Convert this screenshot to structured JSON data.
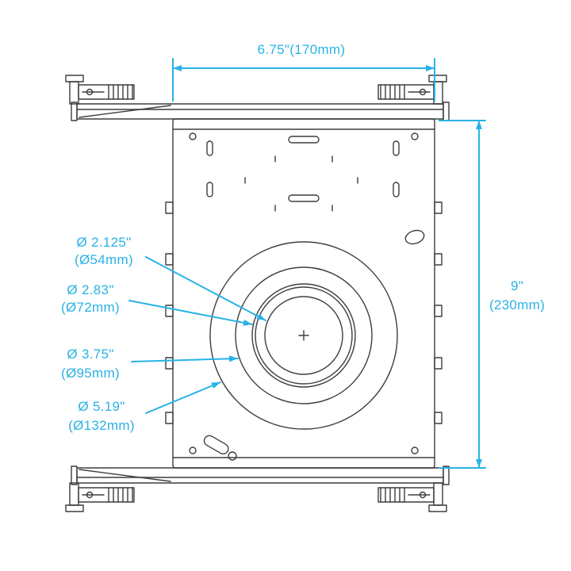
{
  "page": {
    "description": "Dimensional line drawing of a recessed can-light housing with telescoping hanger bars and concentric aperture circles"
  },
  "colors": {
    "annotation": "#29b2e6",
    "drawing_line": "#3d3d3d",
    "background": "#ffffff"
  },
  "dimensions": {
    "width": {
      "label": "6.75\"(170mm)"
    },
    "height": {
      "imperial": "9\"",
      "metric": "(230mm)"
    },
    "diameters": [
      {
        "imperial": "Ø 2.125\"",
        "metric": "(Ø54mm)"
      },
      {
        "imperial": "Ø 2.83\"",
        "metric": "(Ø72mm)"
      },
      {
        "imperial": "Ø 3.75\"",
        "metric": "(Ø95mm)"
      },
      {
        "imperial": "Ø 5.19\"",
        "metric": "(Ø132mm)"
      }
    ]
  }
}
